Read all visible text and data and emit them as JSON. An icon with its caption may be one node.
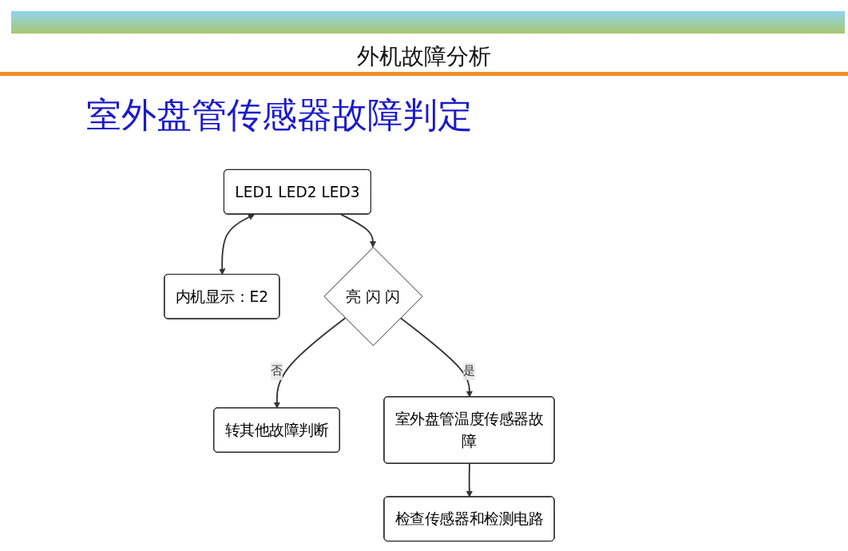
{
  "diagram": {
    "title": "外机故障分析",
    "nodes": [
      {
        "text": [
          "LED1 LED2 LED3"
        ]
      },
      {
        "text": [
          "内机显示：E2"
        ]
      },
      {
        "text": [
          "亮 闪 闪"
        ]
      },
      {
        "text": [
          "转其他故障判断"
        ]
      },
      {
        "text": [
          "室外盘管温度传感器故障"
        ]
      },
      {
        "text": [
          "检查传感器和检测电路"
        ]
      }
    ],
    "edges": [
      {
        "from": 0,
        "to": 1,
        "arrow": "both"
      },
      {
        "from": 0,
        "to": 2,
        "arrow": "to"
      },
      {
        "from": 2,
        "to": 3,
        "arrow": "to",
        "label": "否"
      },
      {
        "from": 2,
        "to": 4,
        "arrow": "to",
        "label": "是"
      },
      {
        "from": 4,
        "to": 5,
        "arrow": "to"
      }
    ],
    "labels": [
      "室外盘管传感器故障判定"
    ]
  }
}
